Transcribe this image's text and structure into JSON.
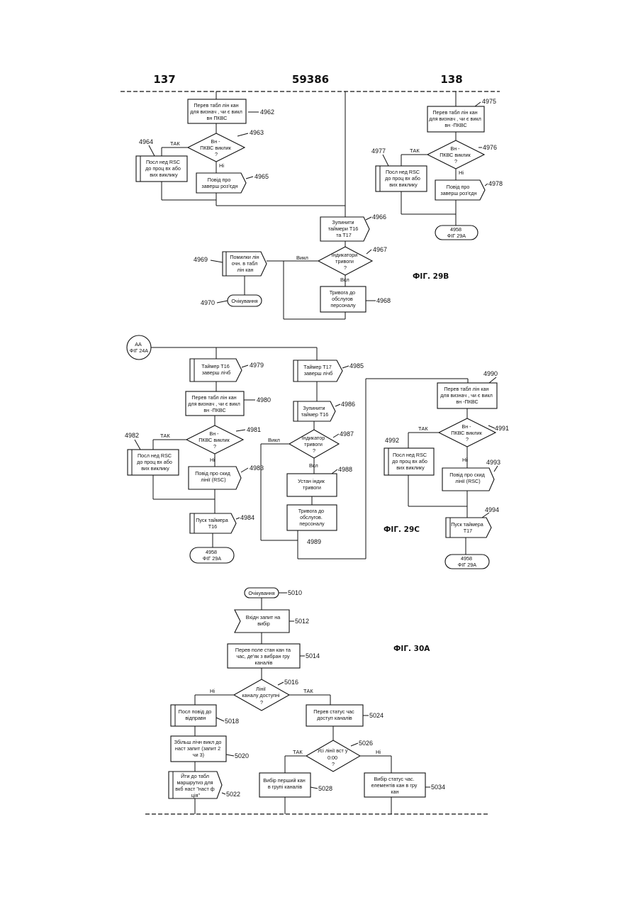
{
  "header": {
    "left_page": "137",
    "patent_no": "59386",
    "right_page": "138"
  },
  "fig29b": {
    "fig_label": "ФІГ. 29В",
    "left": {
      "b4962": [
        "Перев табл лін кан",
        "для визнач , чи є викл",
        "вн ПКВС"
      ],
      "r4962": "4962",
      "d4963": [
        "Вн -",
        "ПКВС виклик",
        "?"
      ],
      "r4963": "4963",
      "b4964": [
        "Посл нед RSC",
        "до проц вх або",
        "вих виклику"
      ],
      "r4964": "4964",
      "b4965": [
        "Повід про",
        "заверш роз'єдн"
      ],
      "r4965": "4965",
      "yes": "ТАК",
      "no": "Ні"
    },
    "right": {
      "b4975": [
        "Перев табл лін кан",
        "для визнач , чи є викл",
        "вн -ПКВС"
      ],
      "r4975": "4975",
      "d4976": [
        "Вн -",
        "ПКВС виклик",
        "?"
      ],
      "r4976": "4976",
      "b4977": [
        "Посл нед RSC",
        "до проц вх або",
        "вих виклику"
      ],
      "r4977": "4977",
      "b4978": [
        "Повід про",
        "заверш роз'єдн"
      ],
      "r4978": "4978",
      "term": [
        "4958",
        "ФІГ 29А"
      ],
      "yes": "ТАК",
      "no": "Ні"
    },
    "b4966": [
      "Зупинити",
      "таймери Т16",
      "та Т17"
    ],
    "r4966": "4966",
    "d4967": [
      "Індикатори",
      "тривоги",
      "?"
    ],
    "r4967": "4967",
    "vykl": "Викл",
    "vkl": "Вкл",
    "b4968": [
      "Тривога до",
      "обслугов",
      "персоналу"
    ],
    "r4968": "4968",
    "b4969": [
      "Помилки лін",
      "очн. в табл",
      "лін кан"
    ],
    "r4969": "4969",
    "b4970": "Очікування",
    "r4970": "4970"
  },
  "fig29c": {
    "fig_label": "ФІГ. 29С",
    "start": [
      "АА",
      "ФІГ 24А"
    ],
    "b4979": [
      "Таймер Т16",
      "заверш лічб"
    ],
    "r4979": "4979",
    "b4980": [
      "Перев табл лін кан",
      "для визнач , чи є викл",
      "вн -ПКВС"
    ],
    "r4980": "4980",
    "d4981": [
      "Вн -",
      "ПКВС виклик",
      "?"
    ],
    "r4981": "4981",
    "b4982": [
      "Посл нед RSC",
      "до проц вх або",
      "вих виклику"
    ],
    "r4982": "4982",
    "b4983": [
      "Повід про скид",
      "лінії (RSC)"
    ],
    "r4983": "4983",
    "b4984": [
      "Пуск таймера",
      "Т16"
    ],
    "r4984": "4984",
    "term1": [
      "4958",
      "ФІГ 29А"
    ],
    "b4985": [
      "Таймер Т17",
      "заверш лічб"
    ],
    "r4985": "4985",
    "b4986": [
      "Зупинити",
      "таймер Т16"
    ],
    "r4986": "4986",
    "d4987": [
      "Індикатор",
      "тривоги",
      "?"
    ],
    "r4987": "4987",
    "b4988": [
      "Устан індик",
      "тривоги"
    ],
    "r4988": "4988",
    "b4989": [
      "Тривога до",
      "обслугов.",
      "персоналу"
    ],
    "r4989": "4989",
    "b4990": [
      "Перев табл лін кан",
      "для визнач , чи є викл",
      "вн -ПКВС"
    ],
    "r4990": "4990",
    "d4991": [
      "Вн -",
      "ПКВС виклик",
      "?"
    ],
    "r4991": "4991",
    "b4992": [
      "Посл нед RSC",
      "до проц вх або",
      "вих виклику"
    ],
    "r4992": "4992",
    "b4993": [
      "Повід про скид",
      "лінії (RSC)"
    ],
    "r4993": "4993",
    "b4994": [
      "Пуск таймера",
      "Т17"
    ],
    "r4994": "4994",
    "term2": [
      "4958",
      "ФІГ 29А"
    ],
    "yes": "ТАК",
    "no": "Ні",
    "vykl": "Викл",
    "vkl": "Вкл"
  },
  "fig30a": {
    "fig_label": "ФІГ. 30А",
    "b5010": "Очікування",
    "r5010": "5010",
    "b5012": [
      "Вхідн запит на",
      "вибір"
    ],
    "r5012": "5012",
    "b5014": [
      "Перев поле стан кан та",
      "час, де'як з вибран гру",
      "каналів"
    ],
    "r5014": "5014",
    "d5016": [
      "Лінії",
      "каналу доступні",
      "?"
    ],
    "r5016": "5016",
    "no": "Ні",
    "yes": "ТАК",
    "b5018": [
      "Посл повід до",
      "відправн"
    ],
    "r5018": "5018",
    "b5020": [
      "Збільш лічн викл до",
      "наст запит (запит 2",
      "чи 3)"
    ],
    "r5020": "5020",
    "b5022": [
      "Йти до табл",
      "маршрутиз для",
      "вкб наст \"наст ф",
      "ція\""
    ],
    "r5022": "5022",
    "b5024": [
      "Перев статус час",
      "доступ каналів"
    ],
    "r5024": "5024",
    "d5026": [
      "Усі лінії вст у",
      "0:00",
      "?"
    ],
    "r5026": "5026",
    "b5028": [
      "Вибір перший кан",
      "в групі каналів"
    ],
    "r5028": "5028",
    "b5034": [
      "Вибір статус час.",
      "елементів кан в гру",
      "кан"
    ],
    "r5034": "5034"
  }
}
